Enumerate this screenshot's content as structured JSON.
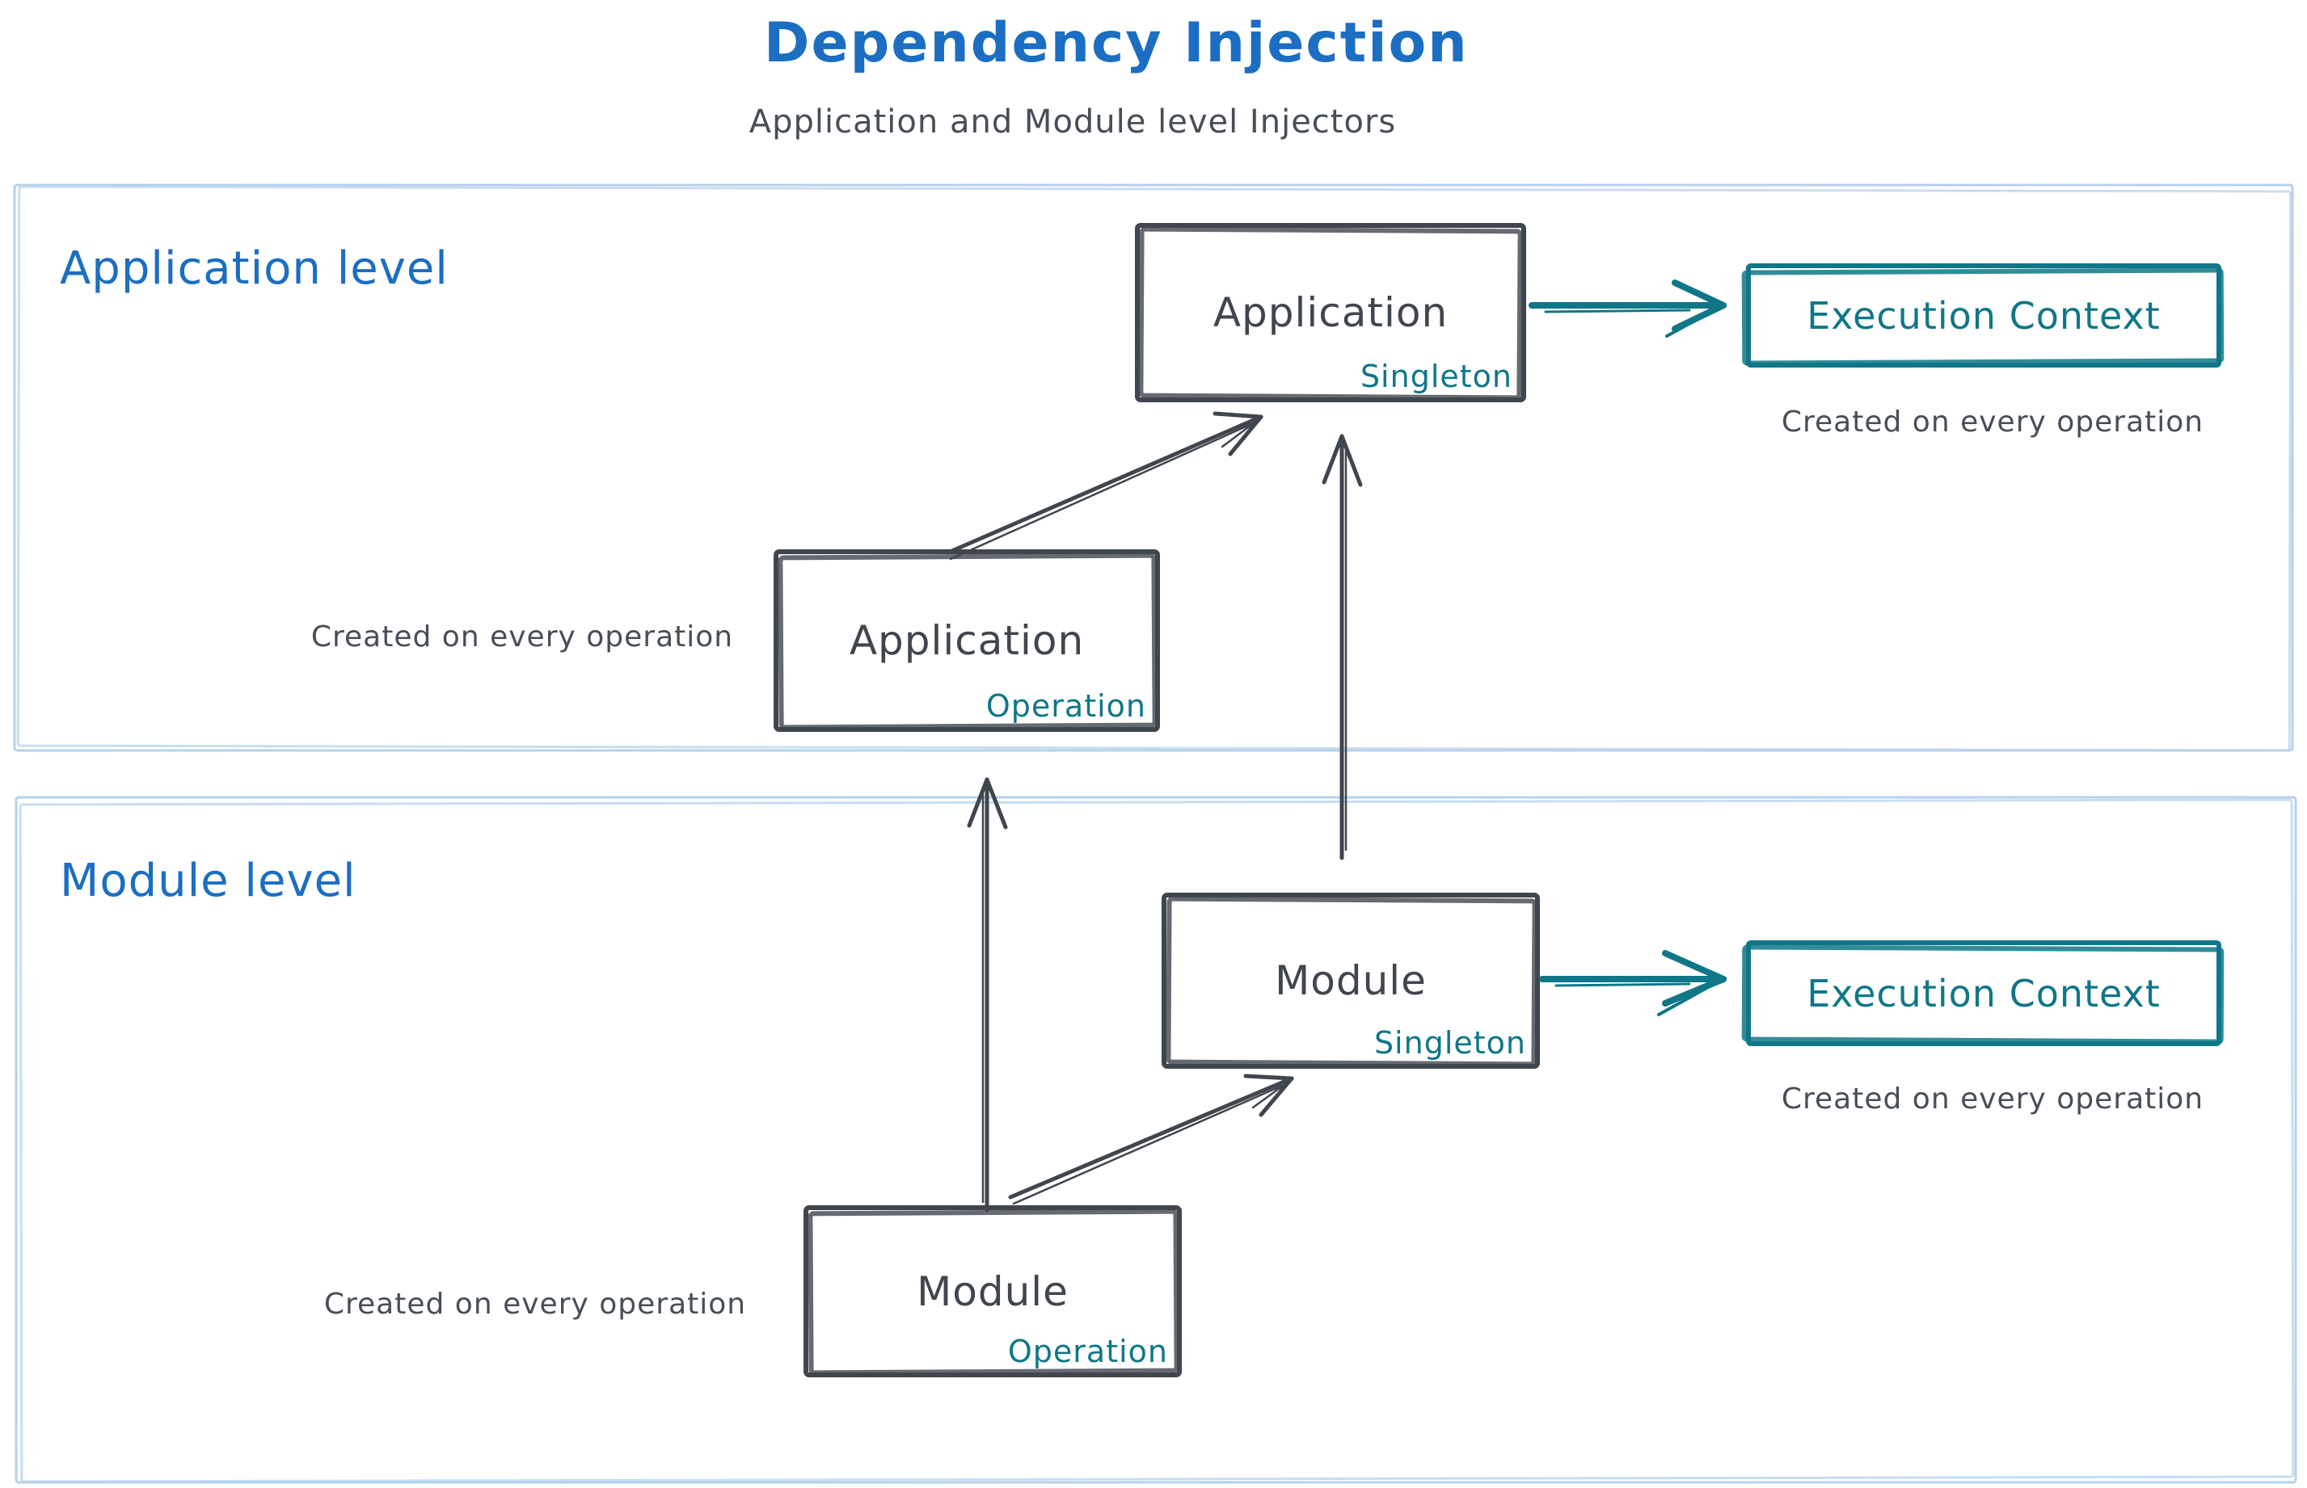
{
  "title": "Dependency Injection",
  "subtitle": "Application and Module level Injectors",
  "colors": {
    "accent_blue": "#1b6ec2",
    "accent_teal": "#0f7787",
    "stroke_dark": "#40464e",
    "container_border": "#b6d1eb"
  },
  "sections": {
    "application": {
      "label": "Application level"
    },
    "module": {
      "label": "Module level"
    }
  },
  "nodes": {
    "app_singleton": {
      "title": "Application",
      "tag": "Singleton"
    },
    "app_operation": {
      "title": "Application",
      "tag": "Operation"
    },
    "module_singleton": {
      "title": "Module",
      "tag": "Singleton"
    },
    "module_operation": {
      "title": "Module",
      "tag": "Operation"
    },
    "exec_top": {
      "title": "Execution Context"
    },
    "exec_bottom": {
      "title": "Execution Context"
    }
  },
  "captions": {
    "app_operation_note": "Created on every operation",
    "exec_top_note": "Created on every operation",
    "module_operation_note": "Created on every operation",
    "exec_bottom_note": "Created on every operation"
  }
}
